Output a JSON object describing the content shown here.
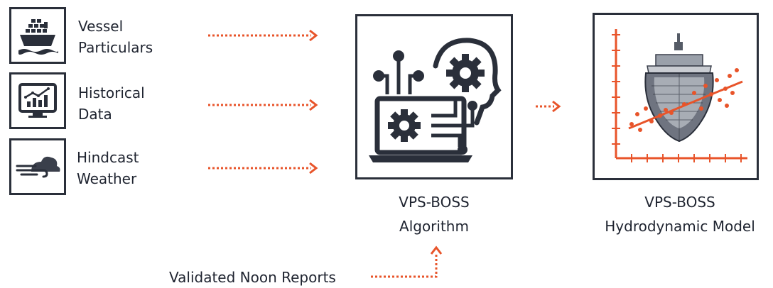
{
  "inputs": [
    {
      "line1": "Vessel",
      "line2": "Particulars",
      "icon": "ship-icon"
    },
    {
      "line1": "Historical",
      "line2": "Data",
      "icon": "chart-monitor-icon"
    },
    {
      "line1": "Hindcast",
      "line2": "Weather",
      "icon": "wind-cloud-icon"
    }
  ],
  "algorithm": {
    "line1": "VPS-BOSS",
    "line2": "Algorithm",
    "icon": "ai-gear-head-icon"
  },
  "model": {
    "line1": "VPS-BOSS",
    "line2": "Hydrodynamic Model",
    "icon": "hull-regression-icon"
  },
  "noon": {
    "label": "Validated Noon Reports"
  },
  "colors": {
    "accent": "#e8542a",
    "dark": "#2a2f3a"
  }
}
